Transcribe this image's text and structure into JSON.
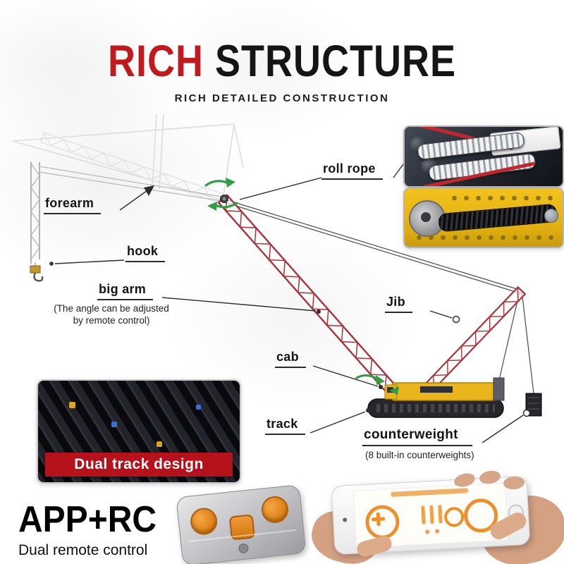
{
  "header": {
    "title_red": "RICH",
    "title_black": "STRUCTURE",
    "subtitle": "RICH DETAILED CONSTRUCTION"
  },
  "callouts": {
    "forearm": {
      "label": "forearm"
    },
    "roll_rope": {
      "label": "roll rope"
    },
    "hook": {
      "label": "hook"
    },
    "big_arm": {
      "label": "big arm",
      "note_line1": "(The angle can be adjusted",
      "note_line2": "by remote control)"
    },
    "jib": {
      "label": "Jib"
    },
    "cab": {
      "label": "cab"
    },
    "track": {
      "label": "track"
    },
    "counterweight": {
      "label": "counterweight",
      "note": "(8 built-in counterweights)"
    }
  },
  "insets": {
    "dual_track": {
      "banner": "Dual track design"
    }
  },
  "footer": {
    "app_rc": "APP+RC",
    "subtitle": "Dual remote control"
  },
  "colors": {
    "title_red": "#c01a1e",
    "truss_red": "#a8333a",
    "banner_red": "#b5121b",
    "arrow_green": "#2f9e44",
    "accent_orange": "#e8862a",
    "underline_maroon": "#7e130e"
  }
}
